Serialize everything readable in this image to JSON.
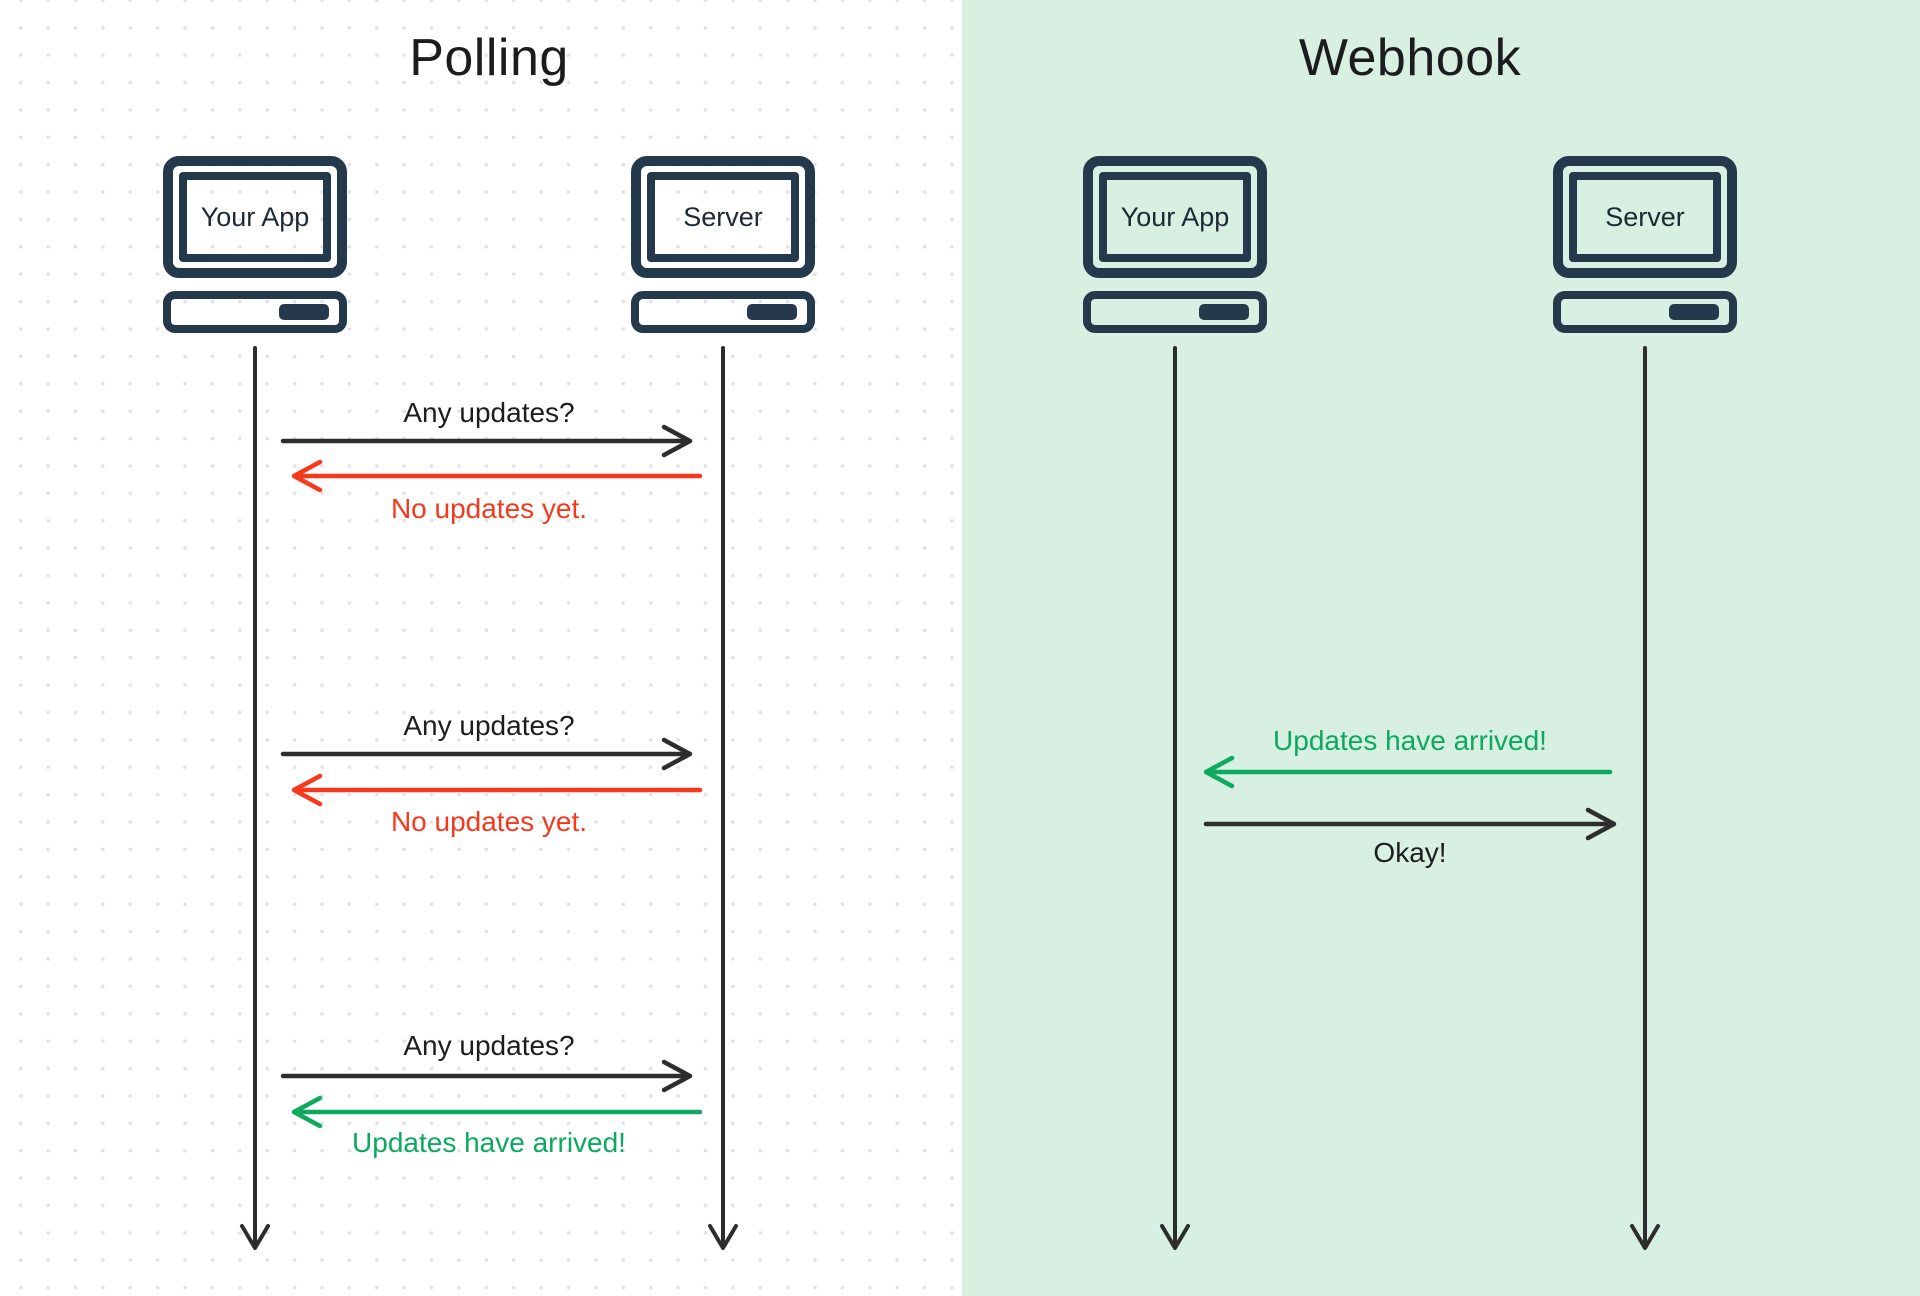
{
  "colors": {
    "icon_navy": "#243a4c",
    "line_dark": "#2d2d2d",
    "text_dark": "#1d1d1f",
    "red": "#f5391d",
    "green": "#0ca95f",
    "polling_bg": "#ffffff",
    "polling_dot_gray": "#e2e2e6",
    "webhook_bg": "#d7f0e2"
  },
  "panels": [
    {
      "title": "Polling",
      "actors": [
        {
          "label": "Your App"
        },
        {
          "label": "Server"
        }
      ],
      "messages": [
        {
          "text": "Any updates?",
          "from": "Your App",
          "to": "Server",
          "color": "#2d2d2d"
        },
        {
          "text": "No updates yet.",
          "from": "Server",
          "to": "Your App",
          "color": "#f5391d"
        },
        {
          "text": "Any updates?",
          "from": "Your App",
          "to": "Server",
          "color": "#2d2d2d"
        },
        {
          "text": "No updates yet.",
          "from": "Server",
          "to": "Your App",
          "color": "#f5391d"
        },
        {
          "text": "Any updates?",
          "from": "Your App",
          "to": "Server",
          "color": "#2d2d2d"
        },
        {
          "text": "Updates have arrived!",
          "from": "Server",
          "to": "Your App",
          "color": "#0ca95f"
        }
      ]
    },
    {
      "title": "Webhook",
      "actors": [
        {
          "label": "Your App"
        },
        {
          "label": "Server"
        }
      ],
      "messages": [
        {
          "text": "Updates have arrived!",
          "from": "Server",
          "to": "Your App",
          "color": "#0ca95f"
        },
        {
          "text": "Okay!",
          "from": "Your App",
          "to": "Server",
          "color": "#2d2d2d"
        }
      ]
    }
  ]
}
